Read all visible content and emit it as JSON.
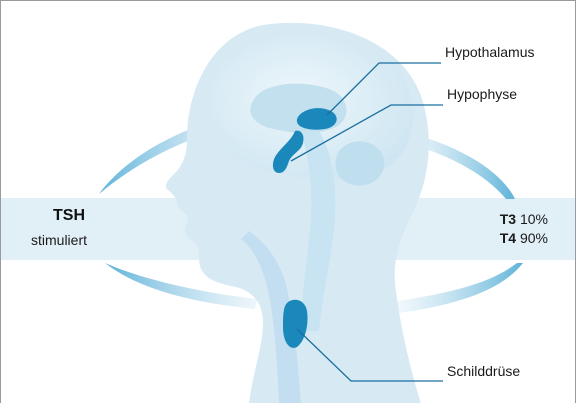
{
  "labels": {
    "hypothalamus": "Hypothalamus",
    "hypophyse": "Hypophyse",
    "schilddruese": "Schilddrüse"
  },
  "tsh": {
    "title": "TSH",
    "subtitle": "stimuliert"
  },
  "hormones": [
    {
      "name": "T3",
      "value": "10%"
    },
    {
      "name": "T4",
      "value": "90%"
    }
  ],
  "colors": {
    "band": "#e1eff7",
    "head_light": "#dcedf5",
    "head_mid": "#b9dbec",
    "gland": "#1a88bb",
    "arrow": "#4aa6cf",
    "leader": "#1b6fa0"
  }
}
